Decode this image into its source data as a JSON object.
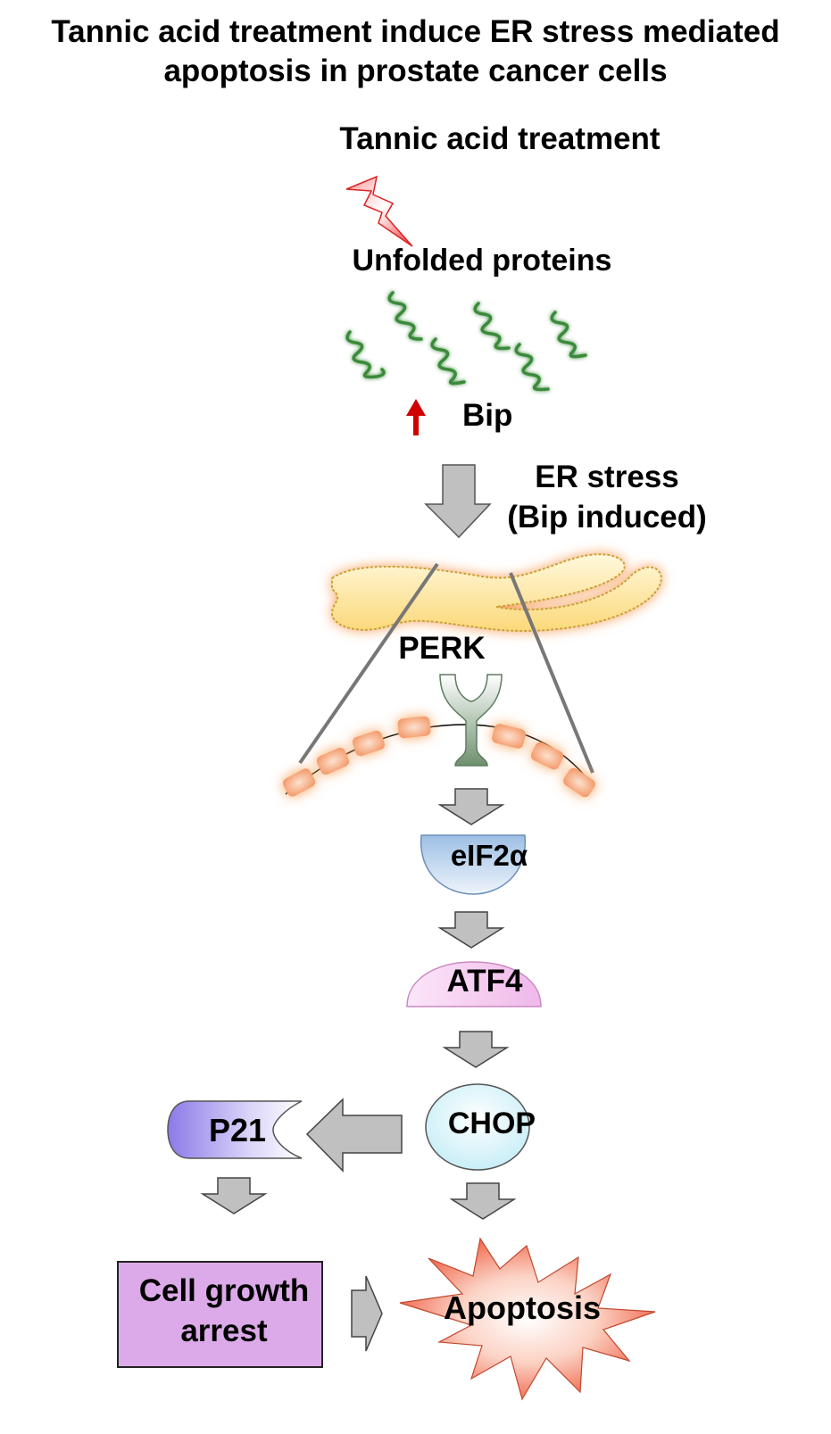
{
  "title": {
    "line1": "Tannic acid treatment induce ER stress mediated",
    "line2": "apoptosis in prostate cancer cells"
  },
  "nodes": {
    "treatment": "Tannic acid treatment",
    "unfolded_proteins": "Unfolded proteins",
    "bip": "Bip",
    "er_stress_line1": "ER stress",
    "er_stress_line2": "(Bip induced)",
    "perk": "PERK",
    "eif2a": "eIF2α",
    "atf4": "ATF4",
    "chop": "CHOP",
    "p21": "P21",
    "cell_growth_arrest_line1": "Cell growth",
    "cell_growth_arrest_line2": "arrest",
    "apoptosis": "Apoptosis"
  },
  "colors": {
    "arrow_fill": "#c0c0c0",
    "arrow_stroke": "#555555",
    "bip_up_arrow": "#d00000",
    "lightning": "#f04040",
    "unfolded_protein": "#3b8a3b",
    "er_fill": "#fde9a8",
    "er_glow": "#f7a15a",
    "perk_receptor": "#7d9d7d",
    "membrane_bead": "#f6b08a",
    "eif2a_fill": "#b8d0ea",
    "atf4_fill": "#f3c6ee",
    "chop_fill": "#d9f3f8",
    "p21_fill": "#9f8fef",
    "cell_growth_arrest_fill": "#dcaae8",
    "apoptosis_fill": "#f26a4f"
  }
}
